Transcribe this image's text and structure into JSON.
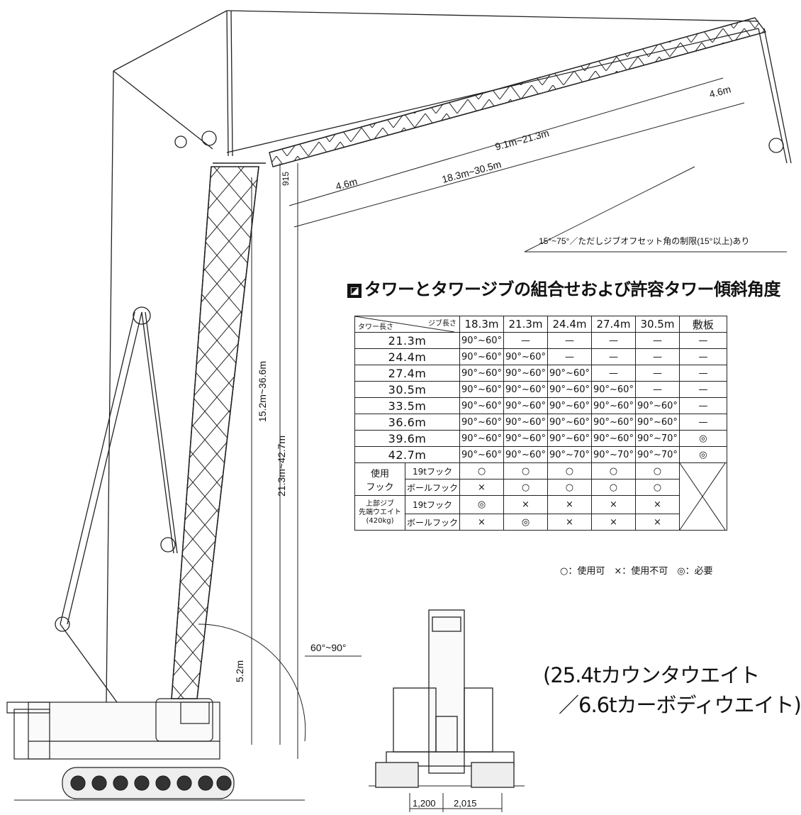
{
  "dimensions": {
    "jib_upper_section": "4.6m",
    "jib_range": "9.1m~21.3m",
    "jib_lower_section": "4.6m",
    "jib_total_range": "18.3m~30.5m",
    "jib_offset_915": "915",
    "offset_angle_note": "15°~75°／ただしジブオフセット角の制限(15°以上)あり",
    "tower_range_inner": "15.2m~36.6m",
    "tower_range_outer": "21.3m~42.7m",
    "tower_base": "5.2m",
    "tower_angle": "60°~90°",
    "track_width_left": "1,200",
    "track_width_right": "2,015"
  },
  "table": {
    "title": "タワーとタワージブの組合せおよび許容タワー傾斜角度",
    "corner_top": "ジブ長さ",
    "corner_bottom": "タワー長さ",
    "headers": [
      "18.3m",
      "21.3m",
      "24.4m",
      "27.4m",
      "30.5m",
      "敷板"
    ],
    "rows": [
      {
        "tower": "21.3m",
        "cells": [
          "90°~60°",
          "—",
          "—",
          "—",
          "—",
          "—"
        ]
      },
      {
        "tower": "24.4m",
        "cells": [
          "90°~60°",
          "90°~60°",
          "—",
          "—",
          "—",
          "—"
        ]
      },
      {
        "tower": "27.4m",
        "cells": [
          "90°~60°",
          "90°~60°",
          "90°~60°",
          "—",
          "—",
          "—"
        ]
      },
      {
        "tower": "30.5m",
        "cells": [
          "90°~60°",
          "90°~60°",
          "90°~60°",
          "90°~60°",
          "—",
          "—"
        ]
      },
      {
        "tower": "33.5m",
        "cells": [
          "90°~60°",
          "90°~60°",
          "90°~60°",
          "90°~60°",
          "90°~60°",
          "—"
        ]
      },
      {
        "tower": "36.6m",
        "cells": [
          "90°~60°",
          "90°~60°",
          "90°~60°",
          "90°~60°",
          "90°~60°",
          "—"
        ]
      },
      {
        "tower": "39.6m",
        "cells": [
          "90°~60°",
          "90°~60°",
          "90°~60°",
          "90°~60°",
          "90°~70°",
          "◎"
        ]
      },
      {
        "tower": "42.7m",
        "cells": [
          "90°~60°",
          "90°~60°",
          "90°~70°",
          "90°~70°",
          "90°~70°",
          "◎"
        ]
      }
    ],
    "hook_group_label_1": "使用",
    "hook_group_label_2": "フック",
    "weight_group_label_1": "上部ジブ",
    "weight_group_label_2": "先端ウエイト",
    "weight_group_label_3": "(420kg)",
    "hook_rows": [
      {
        "label": "19tフック",
        "cells": [
          "○",
          "○",
          "○",
          "○",
          "○"
        ]
      },
      {
        "label": "ボールフック",
        "cells": [
          "×",
          "○",
          "○",
          "○",
          "○"
        ]
      }
    ],
    "weight_rows": [
      {
        "label": "19tフック",
        "cells": [
          "◎",
          "×",
          "×",
          "×",
          "×"
        ]
      },
      {
        "label": "ボールフック",
        "cells": [
          "×",
          "◎",
          "×",
          "×",
          "×"
        ]
      }
    ],
    "legend": "○：使用可　×：使用不可　◎：必要"
  },
  "note": {
    "line1": "(25.4tカウンタウエイト",
    "line2": "／6.6tカーボディウエイト)"
  }
}
